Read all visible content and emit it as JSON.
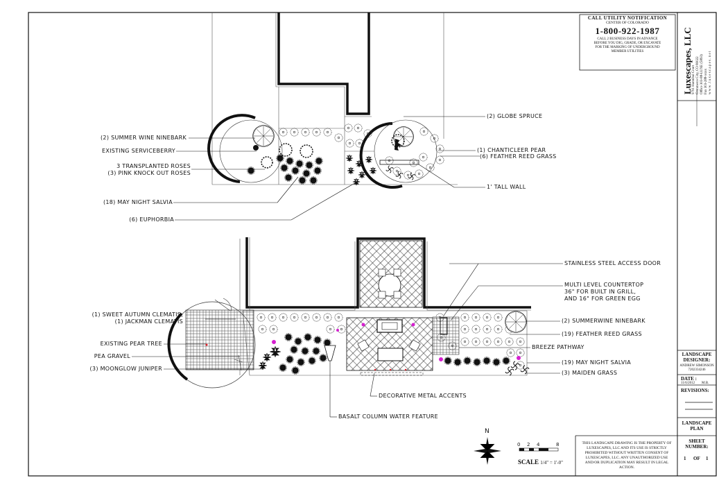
{
  "notice": {
    "line1": "CALL UTILITY NOTIFICATION",
    "line2": "CENTER OF COLORADO",
    "phone": "1-800-922-1987",
    "line4": "CALL 2 BUSINESS DAYS IN ADVANCE",
    "line5": "BEFORE YOU DIG, GRADE, OR EXCAVATE",
    "line6": "FOR THE MARKING OF UNDERGROUND",
    "line7": "MEMBER UTILITIES"
  },
  "company": {
    "name": "Luxescapes, LLC",
    "addr1": "9791 Hannibal Court",
    "addr2": "Commerce City, CO 80022",
    "addr3": "Office 303-88-LUXE (5893)",
    "addr4": "Fax 303-288-xxxx",
    "web": "w w w . l u x e s c a p e s . n e t"
  },
  "labels_top": [
    {
      "text": "(2) SUMMER WINE NINEBARK"
    },
    {
      "text": "EXISTING SERVICEBERRY"
    },
    {
      "text": "3 TRANSPLANTED ROSES"
    },
    {
      "text": "(3) PINK KNOCK OUT ROSES"
    },
    {
      "text": "(18) MAY NIGHT SALVIA"
    },
    {
      "text": "(6) EUPHORBIA"
    },
    {
      "text": "(2) GLOBE SPRUCE"
    },
    {
      "text": "(1) CHANTICLEER PEAR"
    },
    {
      "text": "(6) FEATHER REED GRASS"
    },
    {
      "text": "1' TALL WALL"
    }
  ],
  "labels_bottom": [
    {
      "text": "STAINLESS STEEL ACCESS DOOR"
    },
    {
      "text": "MULTI LEVEL COUNTERTOP"
    },
    {
      "text": "36\" FOR BUILT IN GRILL,"
    },
    {
      "text": "AND 16\" FOR GREEN EGG"
    },
    {
      "text": "(1) SWEET AUTUMN CLEMATIS,"
    },
    {
      "text": "(1) JACKMAN CLEMATIS"
    },
    {
      "text": "EXISTING PEAR TREE"
    },
    {
      "text": "PEA GRAVEL"
    },
    {
      "text": "(3) MOONGLOW JUNIPER"
    },
    {
      "text": "(2) SUMMERWINE NINEBARK"
    },
    {
      "text": "(19) FEATHER REED GRASS"
    },
    {
      "text": "BREEZE PATHWAY"
    },
    {
      "text": "(19) MAY NIGHT SALVIA"
    },
    {
      "text": "(3) MAIDEN GRASS"
    },
    {
      "text": "DECORATIVE METAL ACCENTS"
    },
    {
      "text": "BASALT COLUMN WATER FEATURE"
    }
  ],
  "title_block": {
    "designer_label": "LANDSCAPE DESIGNER:",
    "designer_name": "ANDREW SIMONSON",
    "designer_sub": "7202334246",
    "date_label": "DATE :",
    "date_value": "11/6/2012",
    "date_init": "M.B.",
    "revisions_label": "REVISIONS:",
    "plan_label": "LANDSCAPE PLAN",
    "sheet_label": "SHEET NUMBER:",
    "sheet_num": "1",
    "sheet_of": "OF",
    "sheet_total": "1"
  },
  "legal": "THIS LANDSCAPE DRAWING IS THE PROPERTY OF LUXESCAPES, LLC AND ITS USE IS STRICTLY PROHIBITED WITHOUT WRITTEN CONSENT OF LUXESCAPES, LLC. ANY UNAUTHORIZED USE AND/OR DUPLICATION MAY RESULT IN LEGAL ACTION.",
  "scale": {
    "ticks": [
      "0",
      "2",
      "4",
      "8"
    ],
    "label": "SCALE",
    "value": "1/4\" = 1'-0\""
  },
  "north": "N",
  "colors": {
    "ink": "#111111",
    "accent": "#d61fd0",
    "red": "#e0202a"
  }
}
